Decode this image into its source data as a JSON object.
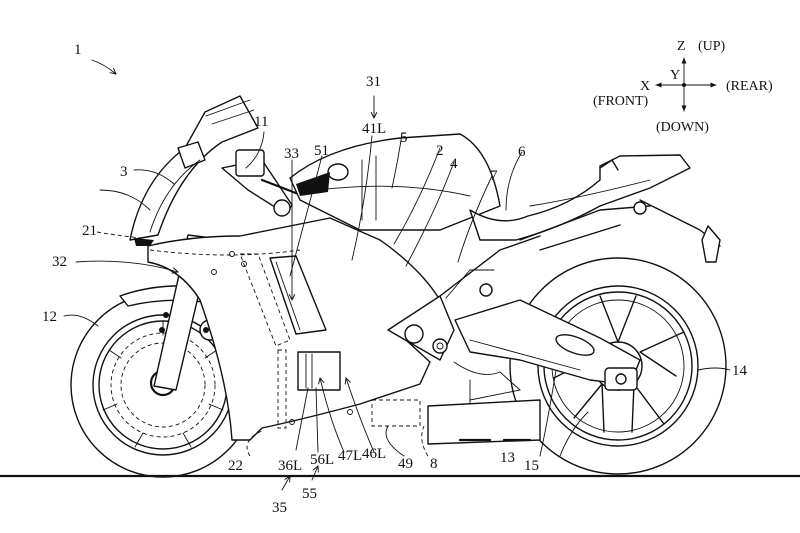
{
  "figure": {
    "title_ref": "1",
    "subject": "motorcycle side view"
  },
  "compass": {
    "z_label": "Z",
    "up_label": "(UP)",
    "x_label": "X",
    "front_label": "(FRONT)",
    "y_label": "Y",
    "rear_label": "(REAR)",
    "down_label": "(DOWN)"
  },
  "labels": {
    "l1": "1",
    "l2": "2",
    "l3": "3",
    "l4": "4",
    "l5": "5",
    "l6": "6",
    "l7": "7",
    "l8": "8",
    "l11": "11",
    "l12": "12",
    "l13": "13",
    "l14": "14",
    "l15": "15",
    "l21": "21",
    "l22": "22",
    "l31": "31",
    "l32": "32",
    "l33": "33",
    "l35": "35",
    "l36L": "36L",
    "l41L": "41L",
    "l46L": "46L",
    "l47L": "47L",
    "l49": "49",
    "l51": "51",
    "l55": "55",
    "l56L": "56L"
  }
}
